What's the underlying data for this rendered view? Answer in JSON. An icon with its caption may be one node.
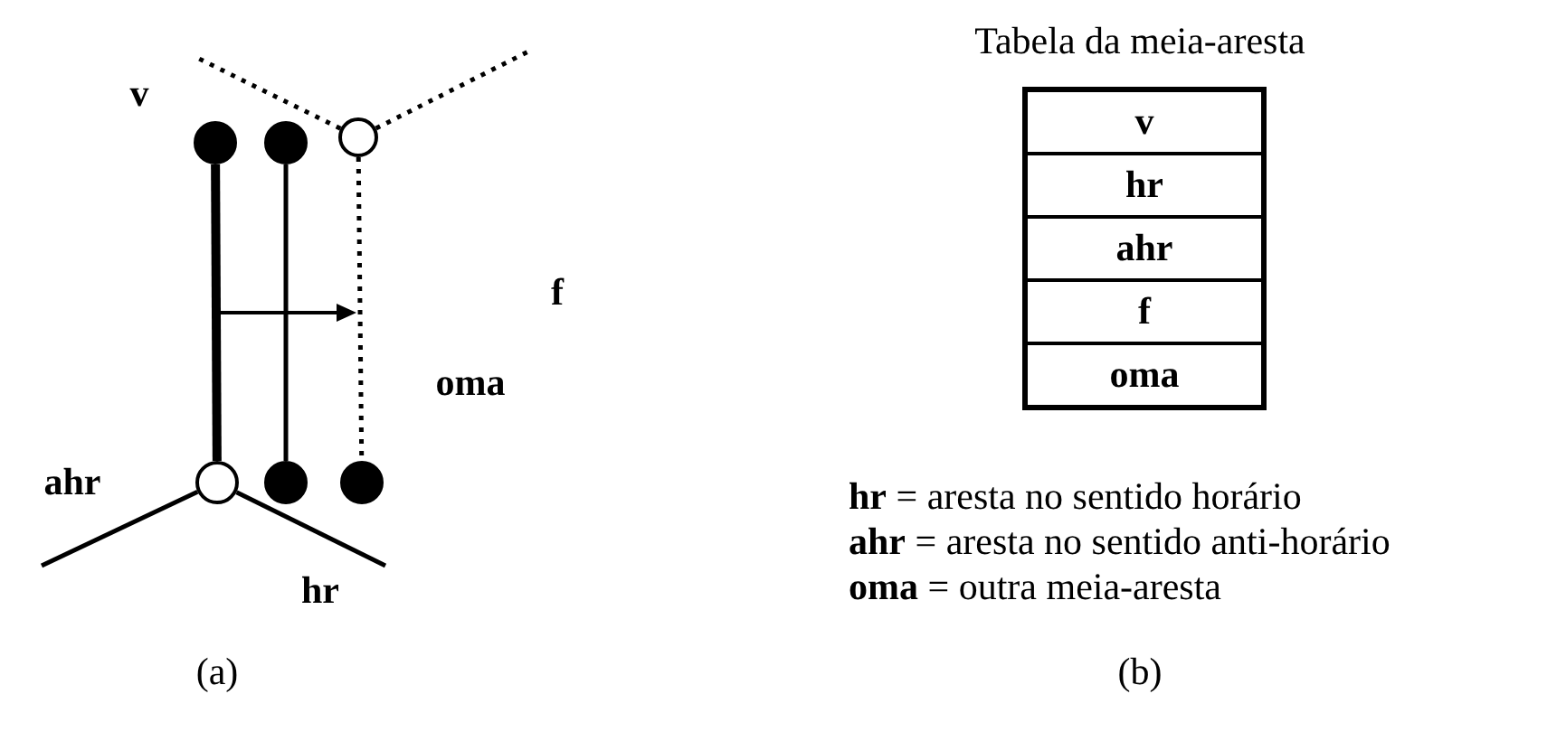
{
  "diagram": {
    "nodes": [
      {
        "text": [],
        "shape": "circle"
      },
      {
        "text": [],
        "shape": "circle"
      },
      {
        "text": [],
        "shape": "circle"
      },
      {
        "text": [],
        "shape": "circle"
      },
      {
        "text": [],
        "shape": "circle"
      },
      {
        "text": [],
        "shape": "circle"
      }
    ],
    "edges": [
      {
        "from": 0,
        "to": 3,
        "arrow": "none",
        "style": "thick"
      },
      {
        "from": 1,
        "to": 4,
        "arrow": "none"
      },
      {
        "from": 2,
        "to": 5,
        "arrow": "none",
        "style": "dashed"
      },
      {
        "from": 3,
        "to": null,
        "arrow": "none"
      },
      {
        "from": 3,
        "to": null,
        "arrow": "none"
      },
      {
        "from": 2,
        "to": null,
        "arrow": "none",
        "style": "dashed"
      },
      {
        "from": 2,
        "to": null,
        "arrow": "none",
        "style": "dashed"
      }
    ],
    "labels": [
      "v",
      "f",
      "oma",
      "ahr",
      "hr",
      "(a)",
      "Tabela da meia-aresta",
      "v",
      "hr",
      "ahr",
      "f",
      "oma",
      "**hr** = aresta no sentido horário",
      "**ahr** = aresta no sentido anti-horário",
      "**oma** = outra meia-aresta",
      "(b)"
    ]
  }
}
